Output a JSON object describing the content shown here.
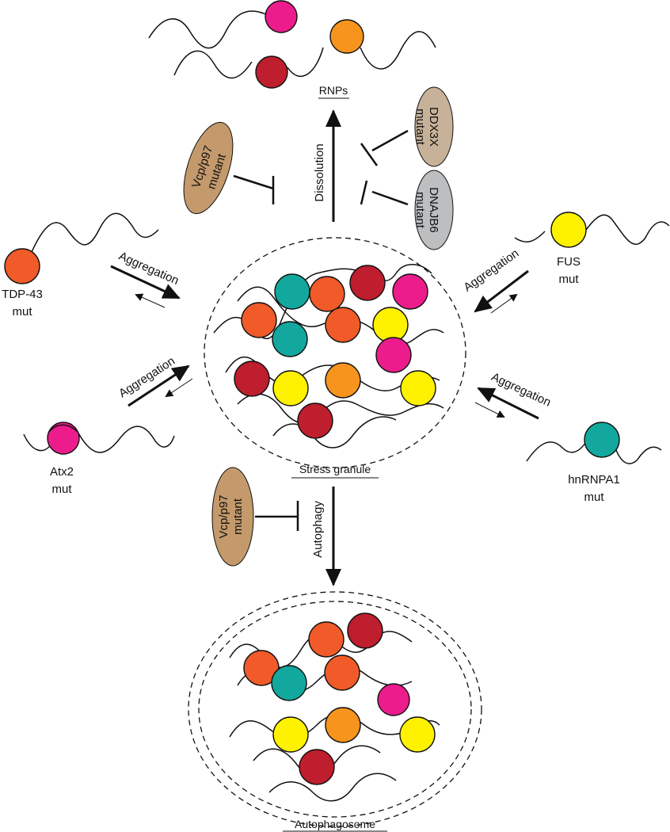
{
  "labels": {
    "rnps": "RNPs",
    "stress_granule": "Stress granule",
    "autophagosome": "Autophagosome",
    "dissolution": "Dissolution",
    "autophagy": "Autophagy",
    "aggregation": "Aggregation",
    "mut": "mut"
  },
  "proteins": {
    "tdp43": "TDP-43",
    "atx2": "Atx2",
    "fus": "FUS",
    "hnrnpa1": "hnRNPA1"
  },
  "modifiers": {
    "vcp_top": [
      "Vcp/p97",
      "mutant"
    ],
    "vcp_bottom": [
      "Vcp/p97",
      "mutant"
    ],
    "ddx3x": [
      "DDX3X",
      "mutant"
    ],
    "dnajb6": [
      "DNAJB6",
      "mutant"
    ]
  },
  "colors": {
    "orange_red": "#f15a29",
    "crimson": "#be1e2d",
    "magenta": "#ec1c8c",
    "yellow": "#fff200",
    "teal": "#13a89e",
    "orange": "#f7941d",
    "tan": "#c49a6c",
    "beige": "#c7b299",
    "grey": "#bcbec0"
  }
}
